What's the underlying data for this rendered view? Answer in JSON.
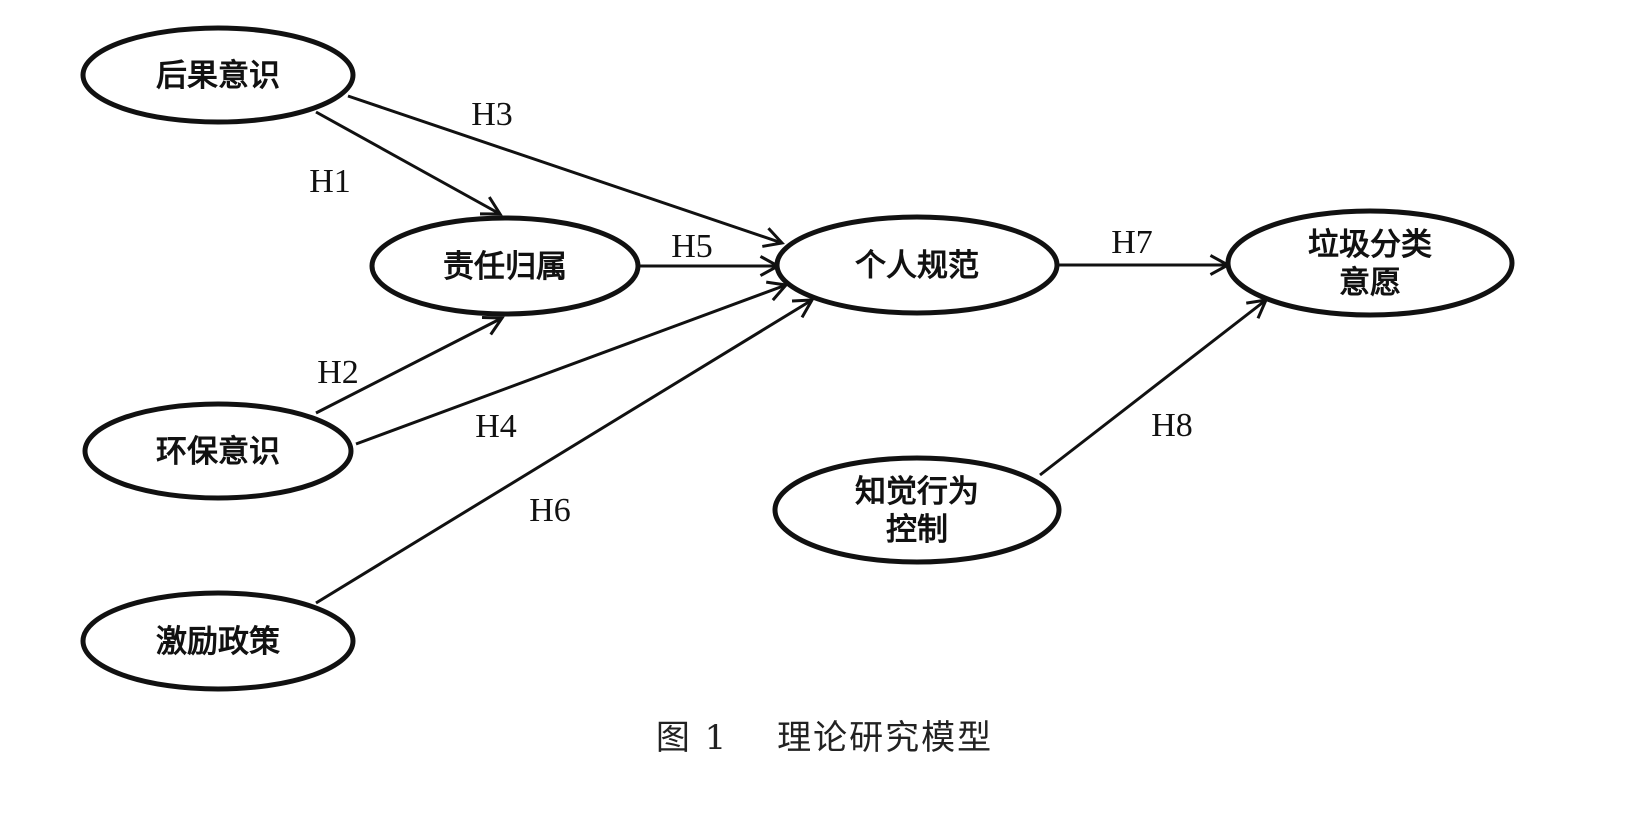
{
  "nodes": [
    {
      "id": "consequence",
      "label": [
        "后果意识"
      ]
    },
    {
      "id": "responsibility",
      "label": [
        "责任归属"
      ]
    },
    {
      "id": "personal_norm",
      "label": [
        "个人规范"
      ]
    },
    {
      "id": "intention",
      "label": [
        "垃圾分类",
        "意愿"
      ]
    },
    {
      "id": "env_awareness",
      "label": [
        "环保意识"
      ]
    },
    {
      "id": "pbc",
      "label": [
        "知觉行为",
        "控制"
      ]
    },
    {
      "id": "incentive",
      "label": [
        "激励政策"
      ]
    }
  ],
  "edges": [
    {
      "id": "h1",
      "label": "H1",
      "from": "consequence",
      "to": "responsibility"
    },
    {
      "id": "h2",
      "label": "H2",
      "from": "env_awareness",
      "to": "responsibility"
    },
    {
      "id": "h3",
      "label": "H3",
      "from": "consequence",
      "to": "personal_norm"
    },
    {
      "id": "h4",
      "label": "H4",
      "from": "env_awareness",
      "to": "personal_norm"
    },
    {
      "id": "h5",
      "label": "H5",
      "from": "responsibility",
      "to": "personal_norm"
    },
    {
      "id": "h6",
      "label": "H6",
      "from": "incentive",
      "to": "personal_norm"
    },
    {
      "id": "h7",
      "label": "H7",
      "from": "personal_norm",
      "to": "intention"
    },
    {
      "id": "h8",
      "label": "H8",
      "from": "pbc",
      "to": "intention"
    }
  ],
  "caption": "图 1　 理论研究模型"
}
